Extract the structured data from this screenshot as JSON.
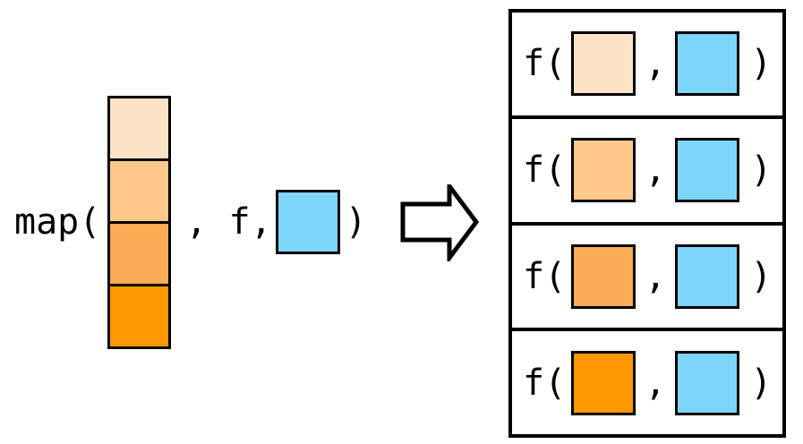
{
  "expression": {
    "open": "map(",
    "middle_args": ", f,",
    "close": ")"
  },
  "input_list": {
    "cell_colors": [
      "#FCE3C5",
      "#FDC98B",
      "#FCAC55",
      "#FF9800"
    ]
  },
  "second_arg": {
    "color": "#7ED5FC"
  },
  "arrow": {
    "glyph": "block-arrow-right",
    "fill": "#FFFFFF",
    "stroke": "#000000"
  },
  "result_table": {
    "row_open": "f(",
    "row_comma": ",",
    "row_close": ")",
    "rows": [
      {
        "first_arg_color": "#FCE3C5",
        "second_arg_color": "#7ED5FC"
      },
      {
        "first_arg_color": "#FDC98B",
        "second_arg_color": "#7ED5FC"
      },
      {
        "first_arg_color": "#FCAC55",
        "second_arg_color": "#7ED5FC"
      },
      {
        "first_arg_color": "#FF9800",
        "second_arg_color": "#7ED5FC"
      }
    ]
  }
}
